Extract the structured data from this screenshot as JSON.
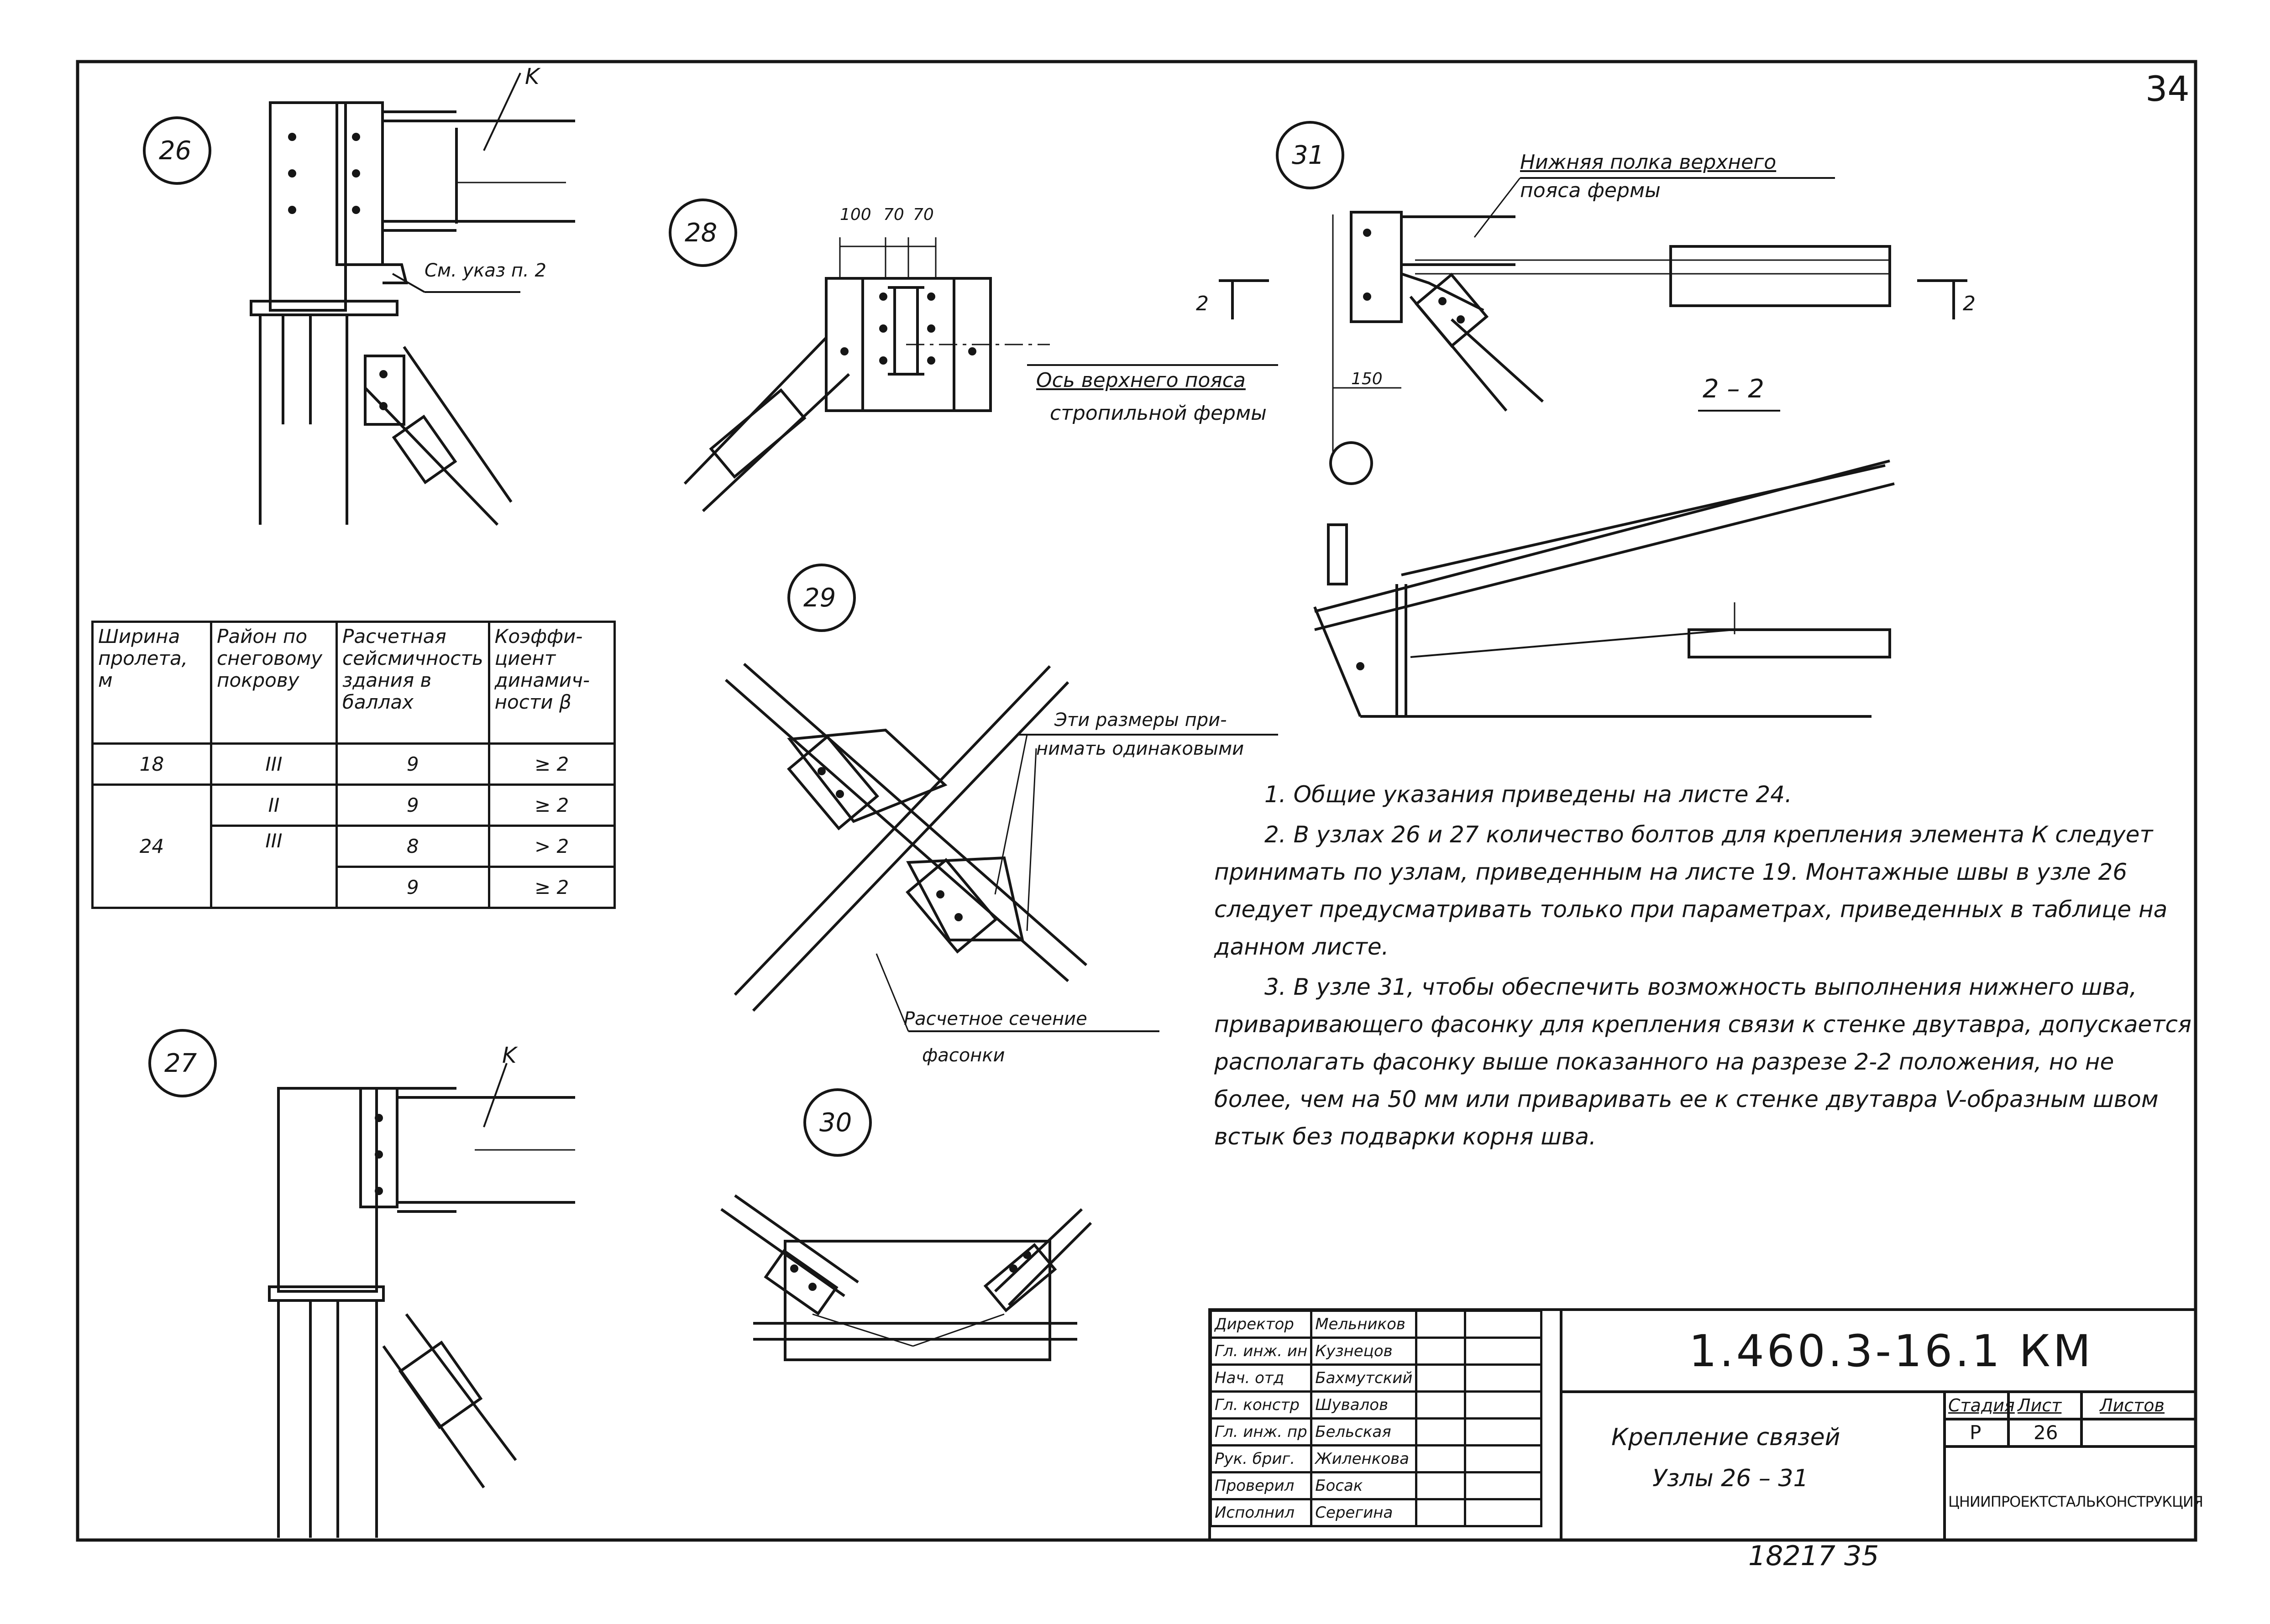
{
  "sheet": {
    "page_number": "34",
    "footer_number": "18217 35"
  },
  "nodes": {
    "n26": "26",
    "n27": "27",
    "n28": "28",
    "n29": "29",
    "n30": "30",
    "n31": "31"
  },
  "labels": {
    "k_top": "K",
    "k_bottom": "K",
    "see_note": "См. указ п. 2",
    "dims_28": [
      "100",
      "70",
      "70"
    ],
    "axis_28_line1": "Ось верхнего пояса",
    "axis_28_line2": "стропильной фермы",
    "dim_150": "150",
    "section_mark_left": "2",
    "section_mark_right": "2",
    "section_title": "2 – 2",
    "lower_flange_line1": "Нижняя полка верхнего",
    "lower_flange_line2": "пояса фермы",
    "same_dims_line1": "Эти размеры при-",
    "same_dims_line2": "нимать одинаковыми",
    "design_section_line1": "Расчетное сечение",
    "design_section_line2": "фасонки"
  },
  "params_table": {
    "headers": [
      "Ширина пролета, м",
      "Район по снеговому покрову",
      "Расчетная сейсмичность здания в баллах",
      "Коэффи-циент динамич-ности β"
    ],
    "rows": [
      [
        "18",
        "III",
        "9",
        "≥ 2"
      ],
      [
        "24",
        "II",
        "9",
        "≥ 2"
      ],
      [
        "",
        "III",
        "8",
        "> 2"
      ],
      [
        "",
        "",
        "9",
        "≥ 2"
      ]
    ]
  },
  "notes": [
    "1. Общие указания приведены на листе 24.",
    "2. В узлах 26 и 27 количество болтов для крепления элемента К следует принимать по узлам, приведенным на листе 19. Монтажные швы в узле 26 следует предусматривать только при параметрах, приведенных в таблице на данном листе.",
    "3. В узле 31, чтобы обеспечить возможность выполнения нижнего шва, приваривающего фасонку для крепления связи к стенке двутавра, допускается располагать фасонку выше показанного на разрезе 2-2 положения, но не более, чем на 50 мм или приваривать ее к стенке двутавра V-образным швом встык без подварки корня шва."
  ],
  "title_block": {
    "code": "1.460.3-16.1 КМ",
    "title_line1": "Крепление связей",
    "title_line2": "Узлы 26 – 31",
    "stage_label": "Стадия",
    "sheet_label": "Лист",
    "sheets_label": "Листов",
    "stage_value": "Р",
    "sheet_value": "26",
    "sheets_value": "",
    "org": "ЦНИИПРОЕКТСТАЛЬКОНСТРУКЦИЯ",
    "staff": [
      {
        "role": "Директор",
        "name": "Мельников"
      },
      {
        "role": "Гл. инж. ин",
        "name": "Кузнецов"
      },
      {
        "role": "Нач. отд",
        "name": "Бахмутский"
      },
      {
        "role": "Гл. констр",
        "name": "Шувалов"
      },
      {
        "role": "Гл. инж. пр",
        "name": "Бельская"
      },
      {
        "role": "Рук. бриг.",
        "name": "Жиленкова"
      },
      {
        "role": "Проверил",
        "name": "Босак"
      },
      {
        "role": "Исполнил",
        "name": "Серегина"
      }
    ]
  }
}
